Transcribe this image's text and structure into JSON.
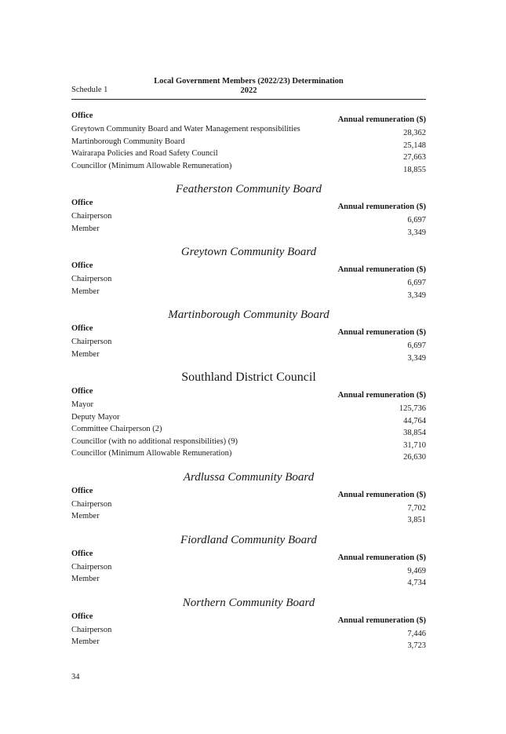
{
  "header": {
    "title": "Local Government Members (2022/23) Determination",
    "year": "2022",
    "schedule": "Schedule 1"
  },
  "columns": {
    "office": "Office",
    "amount": "Annual remuneration ($)"
  },
  "sections": [
    {
      "title": "",
      "rows": [
        {
          "office": "Greytown Community Board and Water Management responsibilities",
          "amount": "28,362"
        },
        {
          "office": "Martinborough Community Board",
          "amount": "25,148"
        },
        {
          "office": "Wairarapa Policies and Road Safety Council",
          "amount": "27,663"
        },
        {
          "office": "Councillor (Minimum Allowable Remuneration)",
          "amount": "18,855"
        }
      ]
    },
    {
      "title": "Featherston Community Board",
      "rows": [
        {
          "office": "Chairperson",
          "amount": "6,697"
        },
        {
          "office": "Member",
          "amount": "3,349"
        }
      ]
    },
    {
      "title": "Greytown Community Board",
      "rows": [
        {
          "office": "Chairperson",
          "amount": "6,697"
        },
        {
          "office": "Member",
          "amount": "3,349"
        }
      ]
    },
    {
      "title": "Martinborough Community Board",
      "rows": [
        {
          "office": "Chairperson",
          "amount": "6,697"
        },
        {
          "office": "Member",
          "amount": "3,349"
        }
      ]
    },
    {
      "title": "Southland District Council",
      "rows": [
        {
          "office": "Mayor",
          "amount": "125,736"
        },
        {
          "office": "Deputy Mayor",
          "amount": "44,764"
        },
        {
          "office": "Committee Chairperson (2)",
          "amount": "38,854"
        },
        {
          "office": "Councillor (with no additional responsibilities) (9)",
          "amount": "31,710"
        },
        {
          "office": "Councillor (Minimum Allowable Remuneration)",
          "amount": "26,630"
        }
      ]
    },
    {
      "title": "Ardlussa Community Board",
      "rows": [
        {
          "office": "Chairperson",
          "amount": "7,702"
        },
        {
          "office": "Member",
          "amount": "3,851"
        }
      ]
    },
    {
      "title": "Fiordland Community Board",
      "rows": [
        {
          "office": "Chairperson",
          "amount": "9,469"
        },
        {
          "office": "Member",
          "amount": "4,734"
        }
      ]
    },
    {
      "title": "Northern Community Board",
      "rows": [
        {
          "office": "Chairperson",
          "amount": "7,446"
        },
        {
          "office": "Member",
          "amount": "3,723"
        }
      ]
    }
  ],
  "footer": {
    "page_number": "34"
  }
}
